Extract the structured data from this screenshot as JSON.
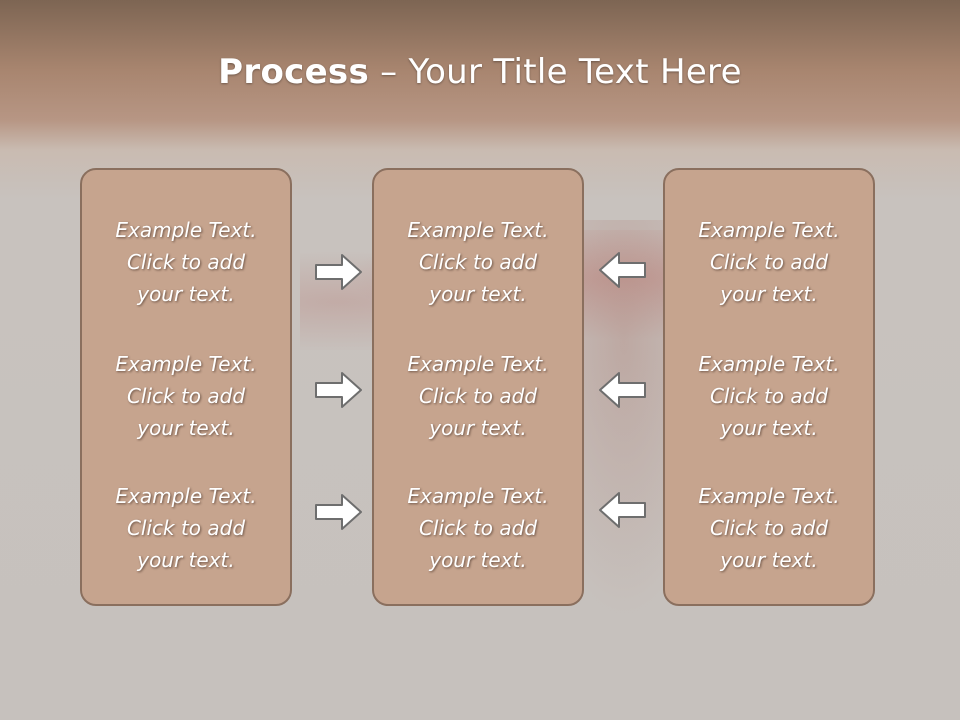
{
  "slide": {
    "title_bold": "Process",
    "title_rest": " – Your Title Text Here"
  },
  "columns": [
    {
      "blocks": [
        {
          "line1": "Example Text.",
          "line2": "Click  to add",
          "line3": "your text."
        },
        {
          "line1": "Example Text.",
          "line2": "Click  to add",
          "line3": "your text."
        },
        {
          "line1": "Example Text.",
          "line2": "Click  to add",
          "line3": "your text."
        }
      ]
    },
    {
      "blocks": [
        {
          "line1": "Example Text.",
          "line2": "Click  to add",
          "line3": "your text."
        },
        {
          "line1": "Example Text.",
          "line2": "Click  to add",
          "line3": "your text."
        },
        {
          "line1": "Example Text.",
          "line2": "Click  to add",
          "line3": "your text."
        }
      ]
    },
    {
      "blocks": [
        {
          "line1": "Example Text.",
          "line2": "Click  to add",
          "line3": "your text."
        },
        {
          "line1": "Example Text.",
          "line2": "Click  to add",
          "line3": "your text."
        },
        {
          "line1": "Example Text.",
          "line2": "Click  to add",
          "line3": "your text."
        }
      ]
    }
  ],
  "arrows": {
    "left_group": [
      "arrow-right",
      "arrow-right",
      "arrow-right"
    ],
    "right_group": [
      "arrow-left",
      "arrow-left",
      "arrow-left"
    ]
  },
  "colors": {
    "box_fill": "#c6a48e",
    "box_border": "#8a6f5e",
    "arrow_fill": "#ffffff",
    "arrow_stroke": "#6e6e6e"
  }
}
